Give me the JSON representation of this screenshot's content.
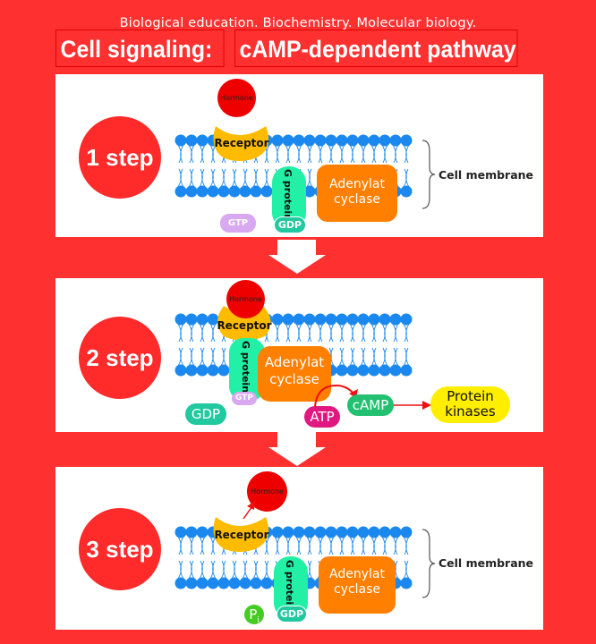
{
  "header": {
    "subtitle": "Biological education. Biochemistry. Molecular biology.",
    "title_left": "Cell signaling:",
    "title_right": "cAMP-dependent pathway"
  },
  "colors": {
    "background": "#ff3030",
    "hormone": "#ee0000",
    "receptor": "#ffbb00",
    "g_protein": "#22f0a6",
    "adenylate_cyclase": "#ff7f00",
    "gtp": "#d8a8f0",
    "gdp": "#22c8a0",
    "atp": "#e01880",
    "camp": "#22c070",
    "protein_kinases": "#ffee00",
    "pi": "#44cc22",
    "lipid_head": "#1a88ee"
  },
  "steps": [
    {
      "label": "1 step",
      "hormone": "Hormone",
      "receptor": "Receptor",
      "g_protein": "G protein",
      "adenylate_cyclase_line1": "Adenylat",
      "adenylate_cyclase_line2": "cyclase",
      "gtp": "GTP",
      "gdp": "GDP",
      "membrane_label": "Cell membrane"
    },
    {
      "label": "2 step",
      "hormone": "Hormone",
      "receptor": "Receptor",
      "g_protein": "G protein",
      "adenylate_cyclase_line1": "Adenylat",
      "adenylate_cyclase_line2": "cyclase",
      "gtp": "GTP",
      "gdp": "GDP",
      "atp": "ATP",
      "camp": "cAMP",
      "protein_kinases_line1": "Protein",
      "protein_kinases_line2": "kinases"
    },
    {
      "label": "3 step",
      "hormone": "Hormone",
      "receptor": "Receptor",
      "g_protein": "G protein",
      "adenylate_cyclase_line1": "Adenylat",
      "adenylate_cyclase_line2": "cyclase",
      "gdp": "GDP",
      "pi": "P",
      "pi_sub": "i",
      "membrane_label": "Cell membrane"
    }
  ]
}
